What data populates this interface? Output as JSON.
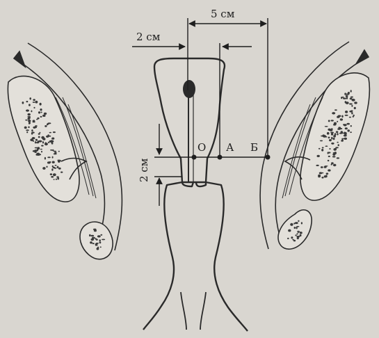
{
  "labels": {
    "width_5cm": "5 см",
    "width_2cm": "2 см",
    "height_2cm": "2 см",
    "point_o": "О",
    "point_a": "А",
    "point_b": "Б"
  },
  "colors": {
    "background": "#d9d6d0",
    "ink": "#2a2a2a",
    "speckle": "#3a3a3a"
  }
}
